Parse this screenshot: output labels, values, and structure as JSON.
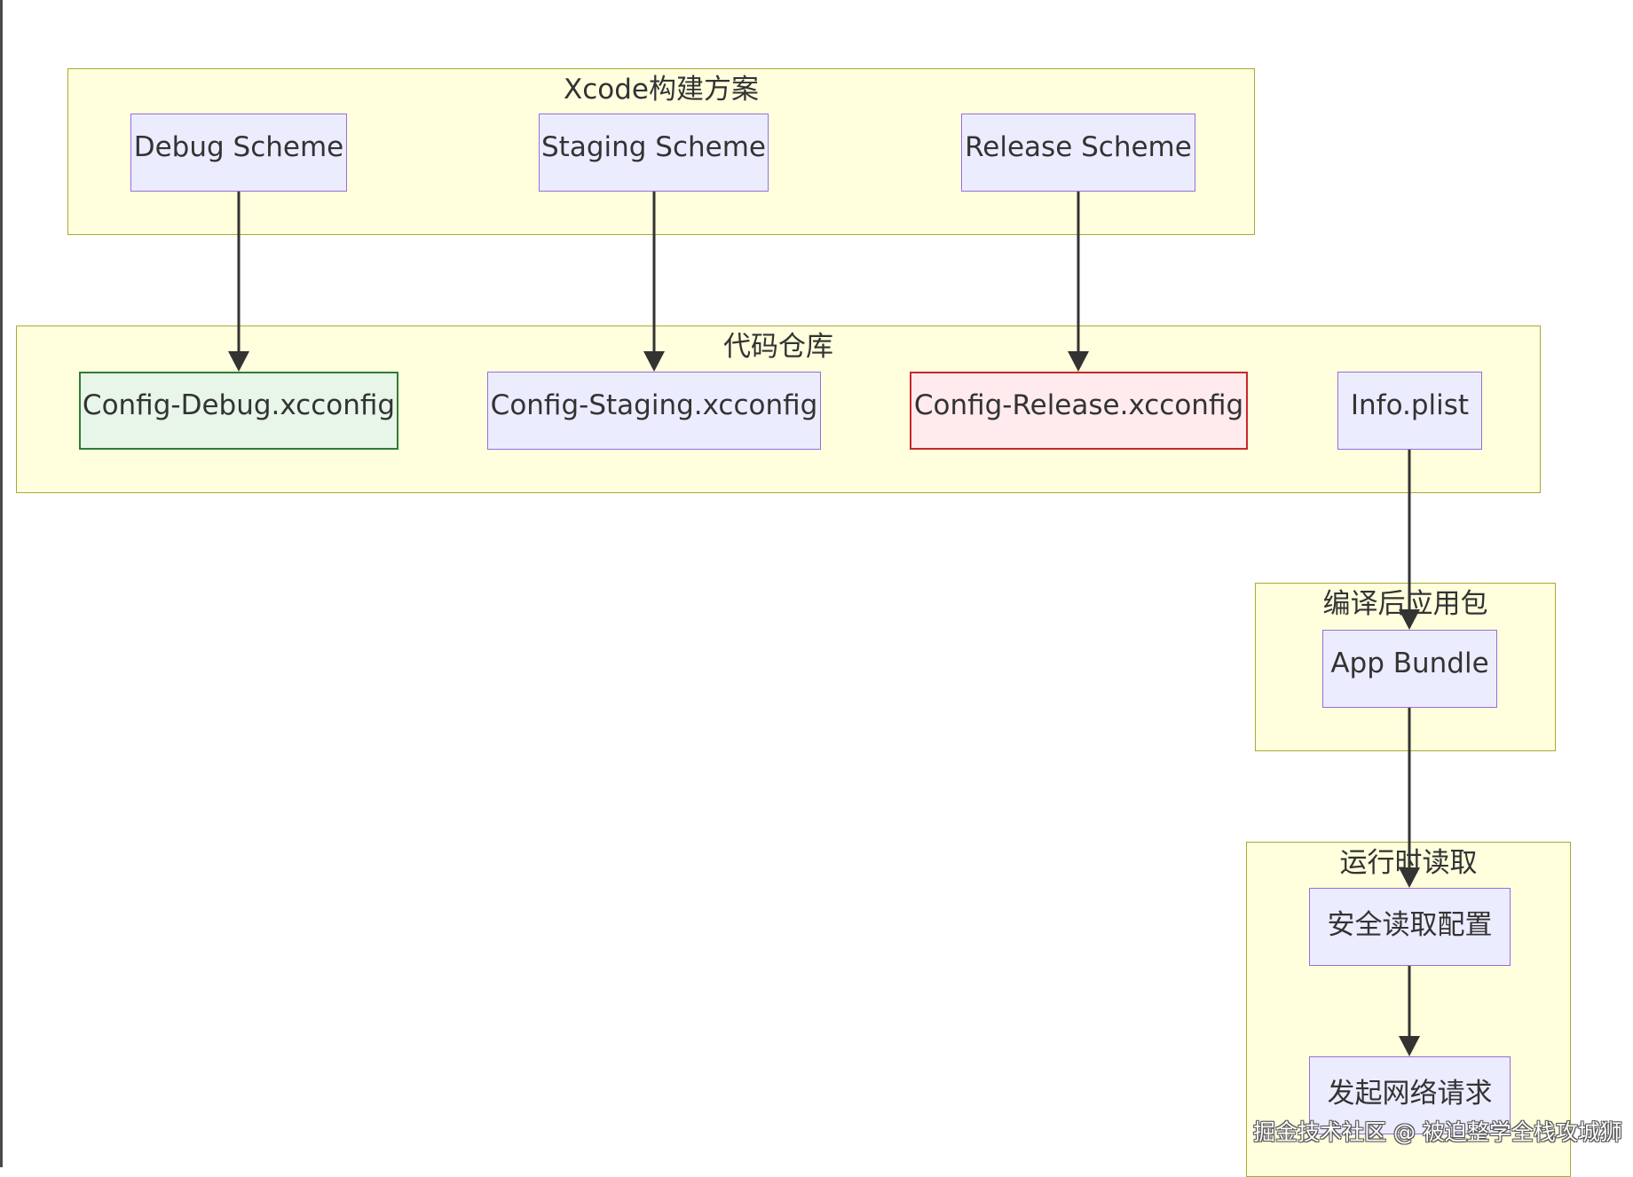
{
  "clusters": {
    "xcode": {
      "title": "Xcode构建方案"
    },
    "repo": {
      "title": "代码仓库"
    },
    "bundle": {
      "title": "编译后应用包"
    },
    "runtime": {
      "title": "运行时读取"
    }
  },
  "nodes": {
    "debug_scheme": "Debug Scheme",
    "staging_scheme": "Staging Scheme",
    "release_scheme": "Release Scheme",
    "config_debug": "Config-Debug.xcconfig",
    "config_staging": "Config-Staging.xcconfig",
    "config_release": "Config-Release.xcconfig",
    "info_plist": "Info.plist",
    "app_bundle": "App Bundle",
    "read_config": "安全读取配置",
    "network_request": "发起网络请求"
  },
  "edges": [
    {
      "from": "debug_scheme",
      "to": "config_debug"
    },
    {
      "from": "staging_scheme",
      "to": "config_staging"
    },
    {
      "from": "release_scheme",
      "to": "config_release"
    },
    {
      "from": "info_plist",
      "to": "app_bundle"
    },
    {
      "from": "app_bundle",
      "to": "read_config"
    },
    {
      "from": "read_config",
      "to": "network_request"
    }
  ],
  "colors": {
    "cluster_fill": "#ffffde",
    "cluster_stroke": "#aaaa33",
    "node_fill": "#ececff",
    "node_stroke": "#9370db",
    "debug_fill": "#e8f5e9",
    "debug_stroke": "#2e7d32",
    "release_fill": "#ffebee",
    "release_stroke": "#c62828",
    "edge": "#333333"
  },
  "watermark": "掘金技术社区 @ 被迫整学全栈攻城狮"
}
